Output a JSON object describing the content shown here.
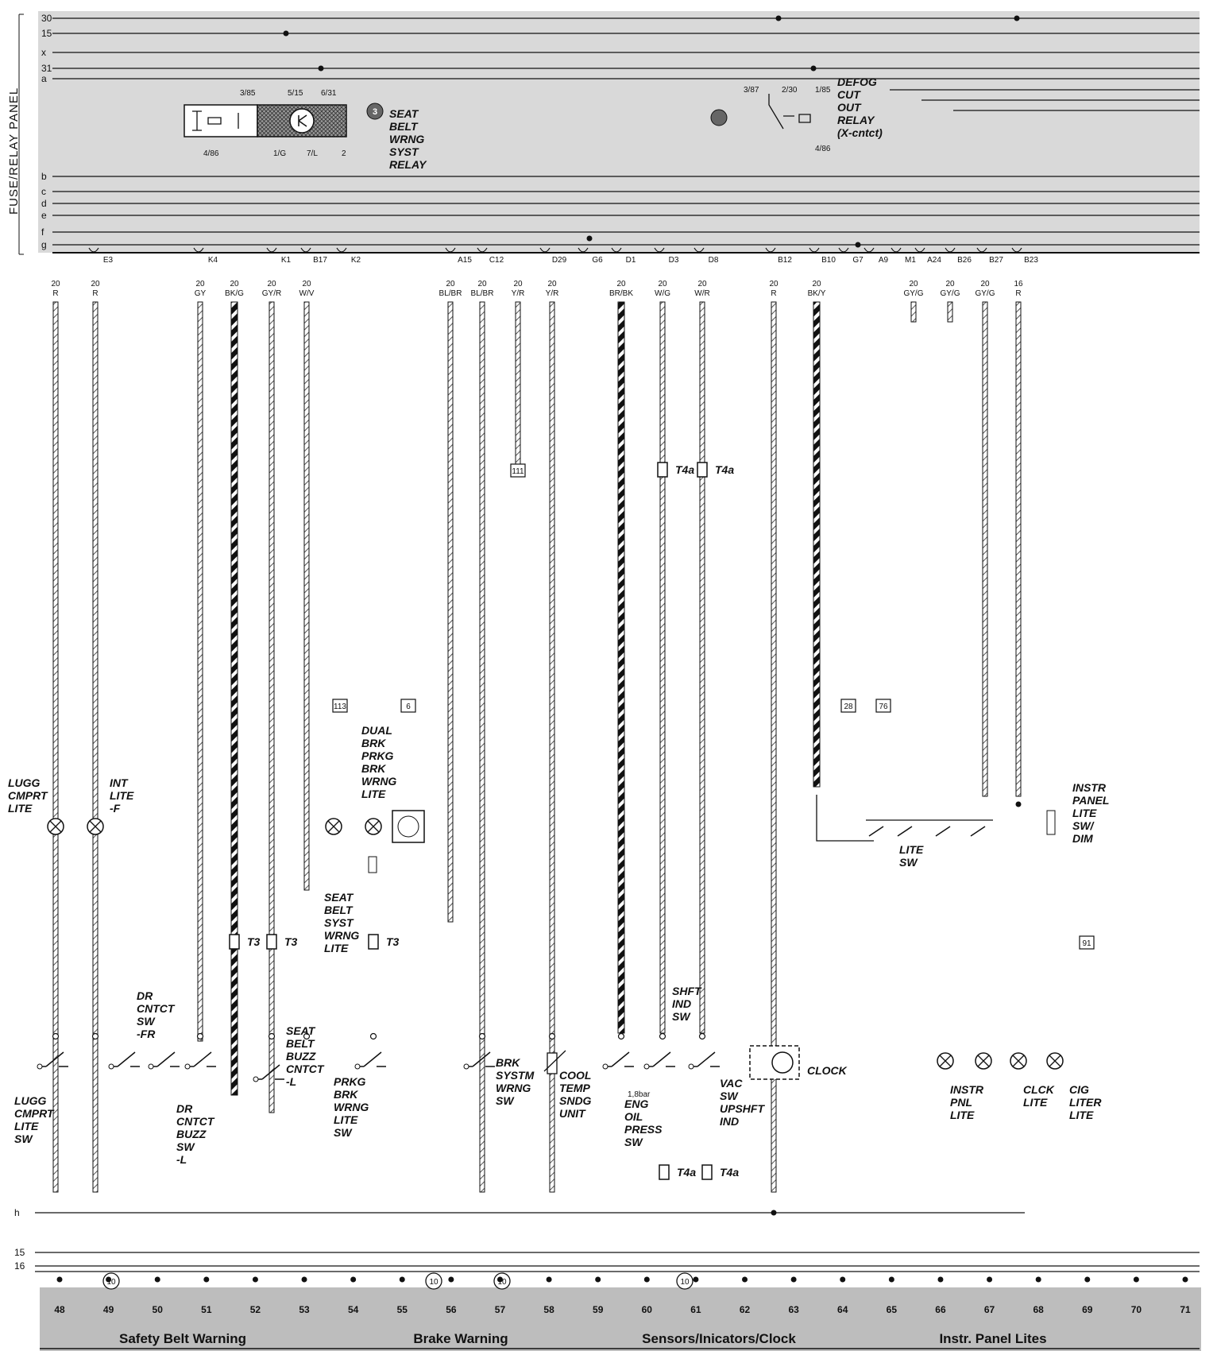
{
  "panel_label": "FUSE/RELAY PANEL",
  "top_buses": [
    "30",
    "15",
    "x",
    "31",
    "a",
    "b",
    "c",
    "d",
    "e",
    "f",
    "g"
  ],
  "bottom_buses": [
    "h",
    "15",
    "16"
  ],
  "connectors": [
    "E3",
    "K4",
    "K1",
    "B17",
    "K2",
    "A15",
    "C12",
    "D29",
    "G6",
    "D1",
    "D3",
    "D8",
    "B12",
    "B10",
    "G7",
    "A9",
    "M1",
    "A24",
    "B26",
    "B27",
    "B23"
  ],
  "wires": [
    {
      "gauge": "20",
      "color": "R"
    },
    {
      "gauge": "20",
      "color": "R"
    },
    {
      "gauge": "20",
      "color": "GY"
    },
    {
      "gauge": "20",
      "color": "BK/G"
    },
    {
      "gauge": "20",
      "color": "GY/R"
    },
    {
      "gauge": "20",
      "color": "W/V"
    },
    {
      "gauge": "20",
      "color": "BL/BR"
    },
    {
      "gauge": "20",
      "color": "BL/BR"
    },
    {
      "gauge": "20",
      "color": "Y/R"
    },
    {
      "gauge": "20",
      "color": "Y/R"
    },
    {
      "gauge": "20",
      "color": "BR/BK"
    },
    {
      "gauge": "20",
      "color": "W/G"
    },
    {
      "gauge": "20",
      "color": "W/R"
    },
    {
      "gauge": "20",
      "color": "R"
    },
    {
      "gauge": "20",
      "color": "BK/Y"
    },
    {
      "gauge": "20",
      "color": "GY/G"
    },
    {
      "gauge": "20",
      "color": "GY/G"
    },
    {
      "gauge": "20",
      "color": "GY/G"
    },
    {
      "gauge": "16",
      "color": "R"
    }
  ],
  "relay_pins": [
    "3/85",
    "5/15",
    "6/31",
    "4/86",
    "1/G",
    "7/L",
    "2",
    "3/87",
    "2/30",
    "1/85",
    "4/86"
  ],
  "ref_boxes": [
    "111",
    "113",
    "6",
    "28",
    "76",
    "91"
  ],
  "t_connectors": [
    "T4a",
    "T4a",
    "T3",
    "T3",
    "T3",
    "T4a",
    "T4a"
  ],
  "component_labels": {
    "seat_belt_relay": [
      "SEAT",
      "BELT",
      "WRNG",
      "SYST",
      "RELAY"
    ],
    "relay_number": "3",
    "defog_relay": [
      "DEFOG",
      "CUT",
      "OUT",
      "RELAY",
      "(X-cntct)"
    ],
    "lugg_lite": [
      "LUGG",
      "CMPRT",
      "LITE"
    ],
    "int_lite": [
      "INT",
      "LITE",
      "-F"
    ],
    "dual_brk": [
      "DUAL",
      "BRK",
      "PRKG",
      "BRK",
      "WRNG",
      "LITE"
    ],
    "seat_belt_lite": [
      "SEAT",
      "BELT",
      "SYST",
      "WRNG",
      "LITE"
    ],
    "dr_cntct_fr": [
      "DR",
      "CNTCT",
      "SW",
      "-FR"
    ],
    "dr_cntct_buzz": [
      "DR",
      "CNTCT",
      "BUZZ",
      "SW",
      "-L"
    ],
    "seat_belt_buzz": [
      "SEAT",
      "BELT",
      "BUZZ",
      "CNTCT",
      "-L"
    ],
    "lugg_sw": [
      "LUGG",
      "CMPRT",
      "LITE",
      "SW"
    ],
    "prkg_brk": [
      "PRKG",
      "BRK",
      "WRNG",
      "LITE",
      "SW"
    ],
    "brk_systm": [
      "BRK",
      "SYSTM",
      "WRNG",
      "SW"
    ],
    "cool_temp": [
      "COOL",
      "TEMP",
      "SNDG",
      "UNIT"
    ],
    "eng_oil": [
      "ENG",
      "OIL",
      "PRESS",
      "SW"
    ],
    "oil_bar": "1,8bar",
    "shft_ind": [
      "SHFT",
      "IND",
      "SW"
    ],
    "vac_sw": [
      "VAC",
      "SW",
      "UPSHFT",
      "IND"
    ],
    "clock": "CLOCK",
    "lite_sw": [
      "LITE",
      "SW"
    ],
    "instr_panel_sw": [
      "INSTR",
      "PANEL",
      "LITE",
      "SW/",
      "DIM"
    ],
    "instr_pnl_lite": [
      "INSTR",
      "PNL",
      "LITE"
    ],
    "clck_lite": [
      "CLCK",
      "LITE"
    ],
    "cig_liter": [
      "CIG",
      "LITER",
      "LITE"
    ]
  },
  "columns": [
    "48",
    "49",
    "50",
    "51",
    "52",
    "53",
    "54",
    "55",
    "56",
    "57",
    "58",
    "59",
    "60",
    "61",
    "62",
    "63",
    "64",
    "65",
    "66",
    "67",
    "68",
    "69",
    "70",
    "71"
  ],
  "ground_marker": "10",
  "sections": [
    "Safety Belt Warning",
    "Brake Warning",
    "Sensors/Inicators/Clock",
    "Instr. Panel Lites"
  ]
}
